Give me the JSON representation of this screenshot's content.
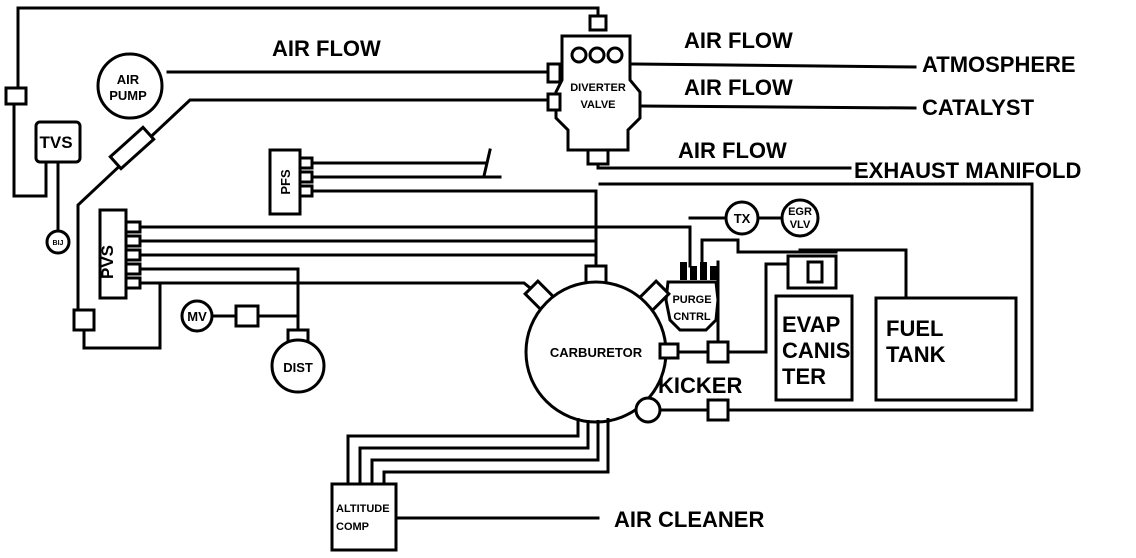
{
  "labels": {
    "air_flow_1": "AIR FLOW",
    "air_flow_2": "AIR FLOW",
    "air_flow_3": "AIR FLOW",
    "air_flow_4": "AIR FLOW",
    "atmosphere": "ATMOSPHERE",
    "catalyst": "CATALYST",
    "exhaust_manifold": "EXHAUST MANIFOLD",
    "air_cleaner": "AIR CLEANER",
    "kicker": "KICKER"
  },
  "components": {
    "air_pump": [
      "AIR",
      "PUMP"
    ],
    "diverter_valve": [
      "DIVERTER",
      "VALVE"
    ],
    "tvs": "TVS",
    "bij": "BIJ",
    "pfs": "PFS",
    "pvs": "PVS",
    "tx": "TX",
    "egr_valve": [
      "EGR",
      "VLV"
    ],
    "mv": "MV",
    "dist": "DIST",
    "carburetor": "CARBURETOR",
    "purge_control": [
      "PURGE",
      "CNTRL"
    ],
    "evap_canister": [
      "EVAP",
      "CANIS",
      "TER"
    ],
    "fuel_tank": [
      "FUEL",
      "TANK"
    ],
    "altitude_comp": [
      "ALTITUDE",
      "COMP"
    ]
  }
}
